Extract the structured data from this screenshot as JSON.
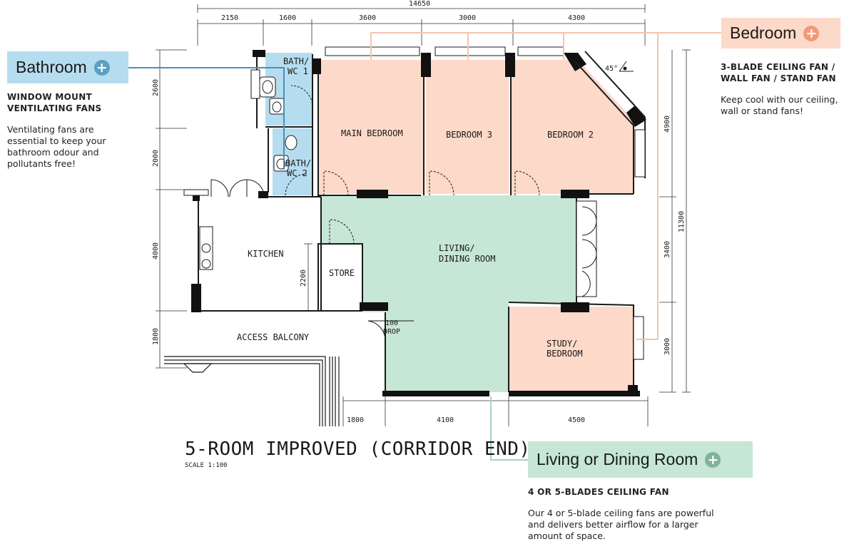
{
  "plan": {
    "title": "5-ROOM IMPROVED (CORRIDOR END)",
    "scale": "SCALE  1:100",
    "compass_angle": "45°",
    "rooms": {
      "bath_wc1": "BATH/\nWC 1",
      "bath_wc2": "BATH/\nWC 2",
      "main_bedroom": "MAIN BEDROOM",
      "bedroom3": "BEDROOM 3",
      "bedroom2": "BEDROOM 2",
      "kitchen": "KITCHEN",
      "store": "STORE",
      "living_dining": "LIVING/\nDINING ROOM",
      "study_bedroom": "STUDY/\nBEDROOM",
      "access_balcony": "ACCESS BALCONY",
      "refuse_drop": "100\nDROP"
    },
    "dimensions": {
      "total_width": "14650",
      "top": [
        "2150",
        "1600",
        "3600",
        "3000",
        "4300"
      ],
      "bottom": [
        "1800",
        "4100",
        "4500"
      ],
      "left": [
        "2600",
        "2000",
        "4000",
        "1800"
      ],
      "store_height": "2200",
      "right_inner": [
        "4900",
        "3400",
        "3000"
      ],
      "right_total": "11300"
    }
  },
  "callouts": {
    "bathroom": {
      "label": "Bathroom",
      "color": "#b6dcef",
      "icon_color": "#5b9fc4",
      "heading": "WINDOW MOUNT\nVENTILATING FANS",
      "body": "Ventilating fans are\nessential to keep your\nbathroom odour and\npollutants free!"
    },
    "bedroom": {
      "label": "Bedroom",
      "color": "#fcd9c9",
      "icon_color": "#f09a78",
      "heading": "3-BLADE CEILING FAN /\nWALL FAN / STAND FAN",
      "body": "Keep cool with our ceiling,\nwall or stand fans!"
    },
    "living": {
      "label": "Living or Dining Room",
      "color": "#c6e6d6",
      "icon_color": "#7fb39a",
      "heading": "4 OR 5-BLADES CEILING FAN",
      "body": "Our 4 or 5-blade ceiling fans are powerful\nand delivers better airflow for a larger\namount of space."
    }
  }
}
